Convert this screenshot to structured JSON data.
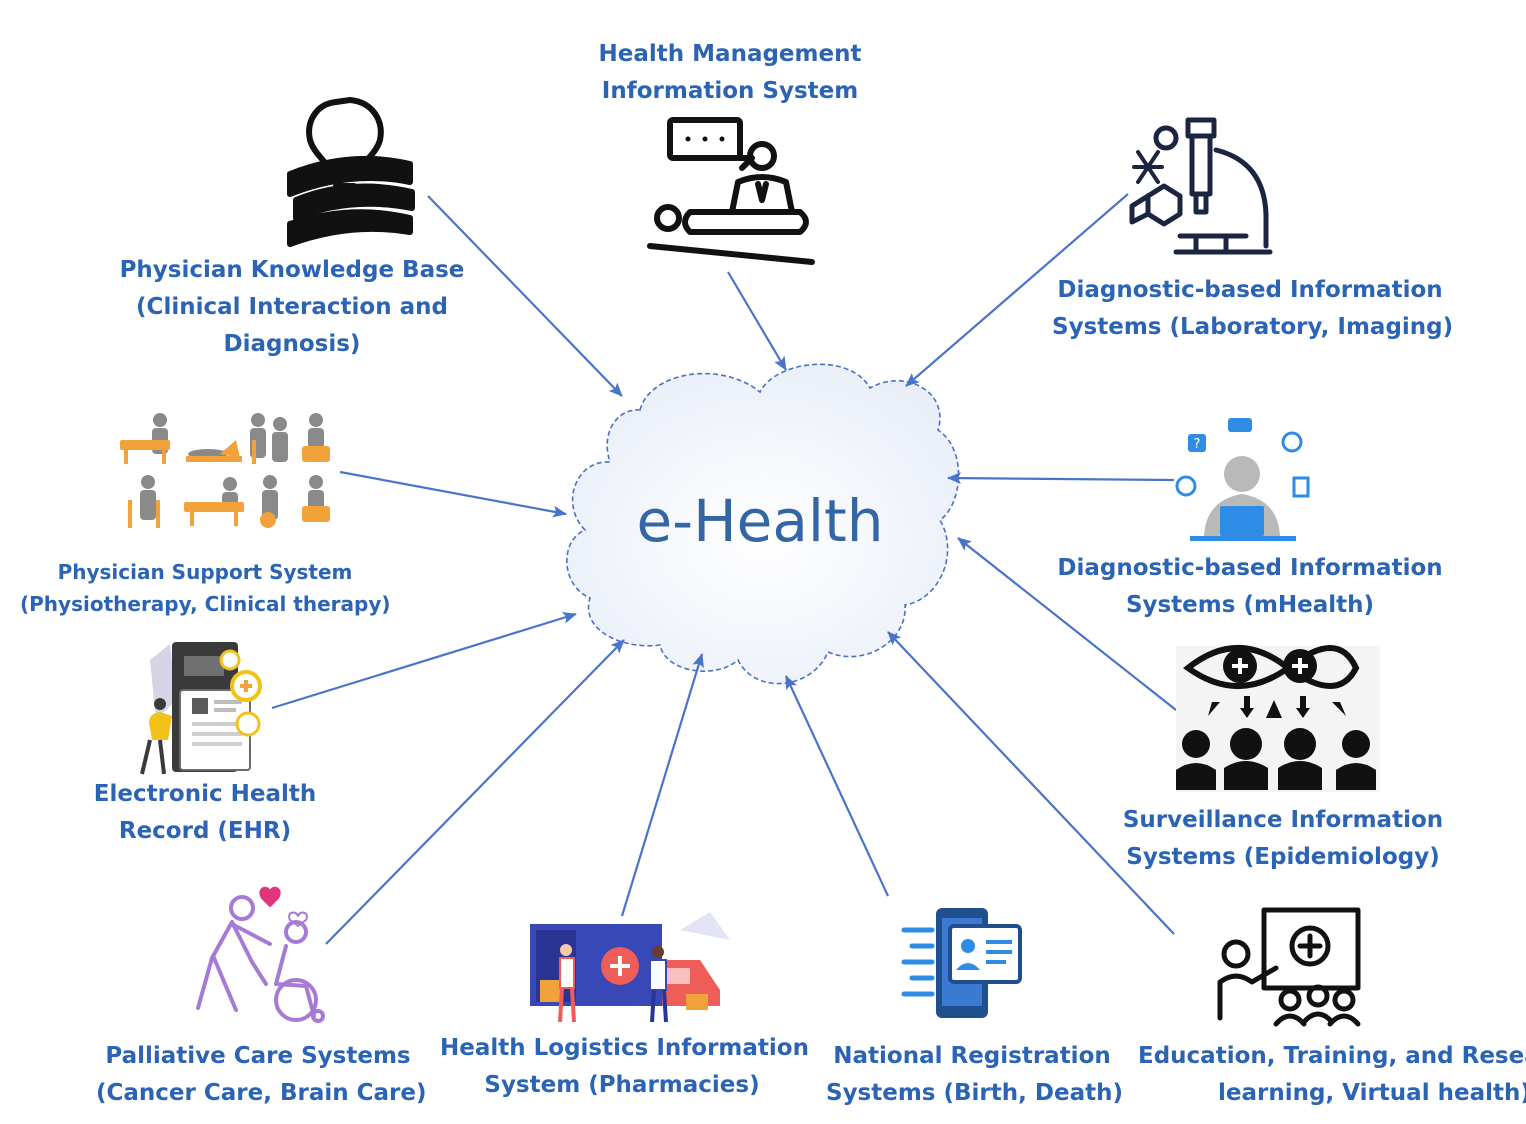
{
  "center": {
    "title": "e-Health"
  },
  "nodes": {
    "hmis": {
      "lines": [
        "Health Management",
        "Information System"
      ]
    },
    "knowledge": {
      "lines": [
        "Physician Knowledge Base",
        "(Clinical Interaction and",
        "Diagnosis)"
      ]
    },
    "diag_lab": {
      "lines": [
        "Diagnostic-based Information",
        "Systems (Laboratory, Imaging)"
      ]
    },
    "support": {
      "lines": [
        "Physician Support System",
        "(Physiotherapy, Clinical therapy)"
      ]
    },
    "mhealth": {
      "lines": [
        "Diagnostic-based Information",
        "Systems (mHealth)"
      ]
    },
    "ehr": {
      "lines": [
        "Electronic Health",
        "Record (EHR)"
      ]
    },
    "surveillance": {
      "lines": [
        "Surveillance Information",
        "Systems (Epidemiology)"
      ]
    },
    "palliative": {
      "lines": [
        "Palliative Care Systems",
        "(Cancer Care, Brain Care)"
      ]
    },
    "logistics": {
      "lines": [
        "Health Logistics Information",
        "System (Pharmacies)"
      ]
    },
    "registration": {
      "lines": [
        "National Registration",
        "Systems (Birth, Death)"
      ]
    },
    "education": {
      "lines": [
        "Education, Training, and Researc",
        "learning, Virtual health)"
      ]
    }
  },
  "colors": {
    "label": "#2c64b5",
    "arrow": "#4a74c9",
    "cloud_stroke": "#4a72c4",
    "icon_dark": "#111111",
    "icon_orange": "#f2a23a",
    "icon_gray": "#8a8a8a",
    "icon_blue": "#2e8be6",
    "icon_purple": "#a57bd6"
  },
  "icons": {
    "hmis": "patient-bed-icon",
    "knowledge": "books-lightbulb-icon",
    "diag_lab": "microscope-icon",
    "support": "physiotherapy-icon",
    "mhealth": "doctor-laptop-icon",
    "ehr": "health-record-icon",
    "surveillance": "surveillance-eye-icon",
    "palliative": "wheelchair-care-icon",
    "logistics": "ambulance-pharmacy-icon",
    "registration": "id-card-tablet-icon",
    "education": "teaching-board-icon"
  }
}
